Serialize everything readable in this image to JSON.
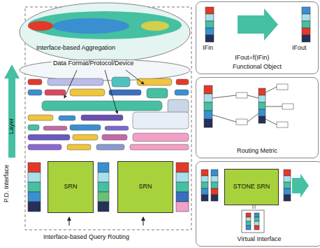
{
  "diagram": {
    "nodes": [
      {
        "text": [
          "Functional Object"
        ]
      },
      {
        "text": [
          "Routing Metric"
        ]
      },
      {
        "text": [
          "Virtual Interface"
        ]
      },
      {
        "text": [
          "STONE SRN"
        ],
        "in": 2
      },
      {
        "text": [
          "SRN"
        ]
      },
      {
        "text": [
          "SRN"
        ]
      }
    ],
    "labels": [
      "Interface-based Aggregation",
      "Data Format/Protocol/Device",
      "Layer",
      "P.D. Interface",
      "Interface-based Query Routing",
      "IFin",
      "IFout",
      "IFout=f(IFin)"
    ]
  }
}
